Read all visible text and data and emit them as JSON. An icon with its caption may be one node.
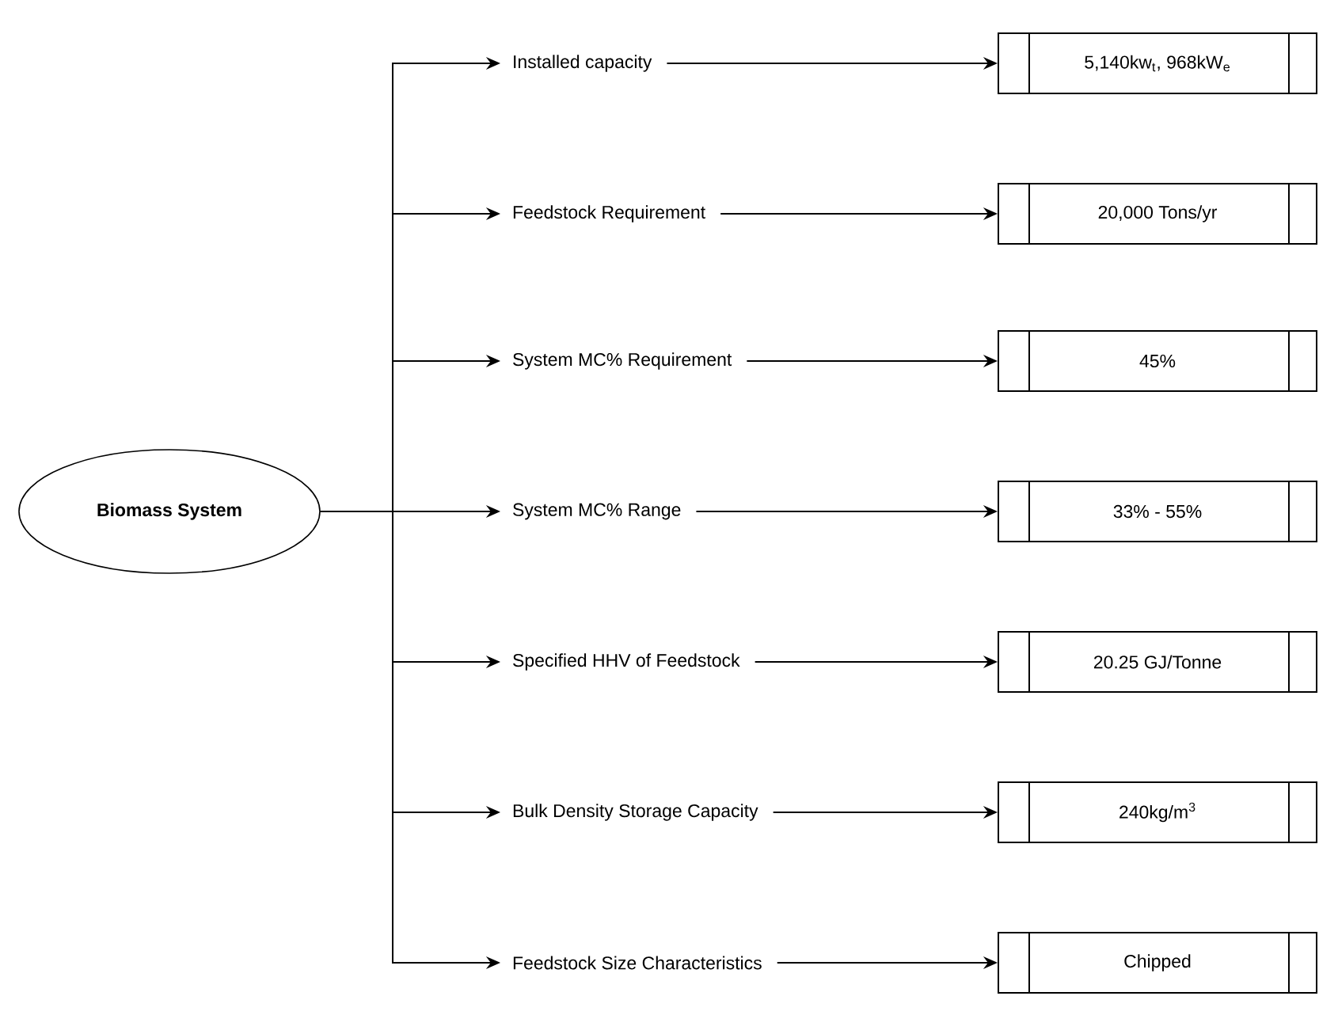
{
  "diagram": {
    "nodes": [
      {
        "text": [
          "Biomass System"
        ]
      },
      {
        "text": [
          "Installed capacity"
        ]
      },
      {
        "text": [
          "Feedstock Requirement"
        ]
      },
      {
        "text": [
          "System MC% Requirement"
        ]
      },
      {
        "text": [
          "System MC% Range"
        ]
      },
      {
        "text": [
          "Specified HHV of Feedstock"
        ]
      },
      {
        "text": [
          "Bulk Density Storage Capacity"
        ]
      },
      {
        "text": [
          "Feedstock Size Characteristics"
        ]
      },
      {
        "text": [
          "5,140kw$_{t}$, 968kW$_{e}$"
        ]
      },
      {
        "text": [
          "20,000 Tons/yr"
        ]
      },
      {
        "text": [
          "45%"
        ]
      },
      {
        "text": [
          "33% - 55%"
        ]
      },
      {
        "text": [
          "20.25 GJ/Tonne"
        ]
      },
      {
        "text": [
          "240kg/m$^{3}$"
        ]
      },
      {
        "text": [
          "Chipped"
        ]
      }
    ],
    "edges": [
      {
        "from": 0,
        "to": 1,
        "arrow": "to"
      },
      {
        "from": 0,
        "to": 2,
        "arrow": "to"
      },
      {
        "from": 0,
        "to": 3,
        "arrow": "to"
      },
      {
        "from": 0,
        "to": 4,
        "arrow": "to"
      },
      {
        "from": 0,
        "to": 5,
        "arrow": "to"
      },
      {
        "from": 0,
        "to": 6,
        "arrow": "to"
      },
      {
        "from": 0,
        "to": 7,
        "arrow": "to"
      },
      {
        "from": 1,
        "to": 8,
        "arrow": "to"
      },
      {
        "from": 2,
        "to": 9,
        "arrow": "to"
      },
      {
        "from": 3,
        "to": 10,
        "arrow": "to"
      },
      {
        "from": 4,
        "to": 11,
        "arrow": "to"
      },
      {
        "from": 5,
        "to": 12,
        "arrow": "to"
      },
      {
        "from": 6,
        "to": 13,
        "arrow": "to"
      },
      {
        "from": 7,
        "to": 14,
        "arrow": "to"
      }
    ]
  }
}
